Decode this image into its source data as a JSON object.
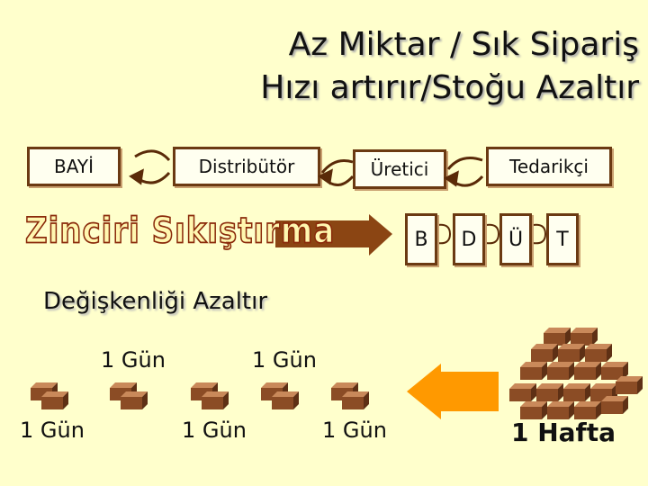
{
  "title": {
    "line1": "Az Miktar / Sık Sipariş",
    "line2": "Hızı artırır/Stoğu Azaltır"
  },
  "chain": [
    "BAYİ",
    "Distribütör",
    "Üretici",
    "Tedarikçi"
  ],
  "compressed_label": "Zinciri Sıkıştırma",
  "compressed_chain": [
    "B",
    "D",
    "Ü",
    "T"
  ],
  "variability_heading": "Değişkenliği Azaltır",
  "day_labels_top": [
    "1 Gün",
    "1 Gün"
  ],
  "day_labels_bottom": [
    "1 Gün",
    "1 Gün",
    "1 Gün"
  ],
  "week_label": "1 Hafta",
  "colors": {
    "background": "#ffffcc",
    "box_border": "#6b3a12",
    "arrow": "#8b4513",
    "orange_arrow": "#ff9900",
    "brick": "#8b4c25"
  }
}
